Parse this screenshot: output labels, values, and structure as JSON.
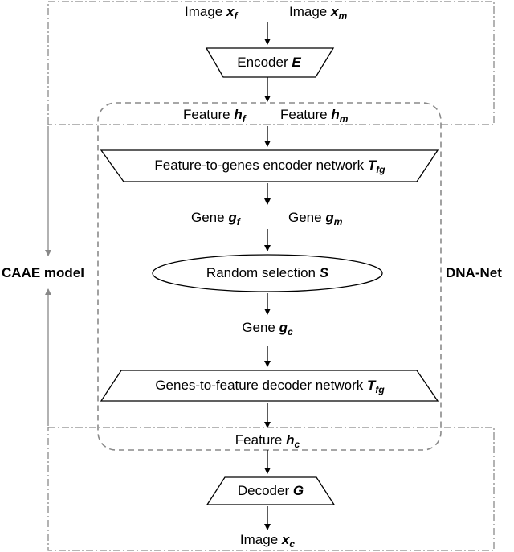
{
  "caae": {
    "label": "CAAE model",
    "image_label": "Image",
    "image_f": {
      "sym": "x",
      "sub": "f"
    },
    "image_m": {
      "sym": "x",
      "sub": "m"
    },
    "encoder": {
      "text": "Encoder",
      "sym": "E"
    },
    "decoder": {
      "text": "Decoder",
      "sym": "G"
    },
    "output_image": {
      "text": "Image",
      "sym": "x",
      "sub": "c"
    }
  },
  "dna": {
    "label": "DNA-Net",
    "feature_label": "Feature",
    "feature_f": {
      "sym": "h",
      "sub": "f"
    },
    "feature_m": {
      "sym": "h",
      "sub": "m"
    },
    "f2g": {
      "text": "Feature-to-genes encoder network",
      "sym": "T",
      "sub": "fg"
    },
    "gene_label": "Gene",
    "gene_f": {
      "sym": "g",
      "sub": "f"
    },
    "gene_m": {
      "sym": "g",
      "sub": "m"
    },
    "random": {
      "text": "Random selection",
      "sym": "S"
    },
    "gene_c": {
      "text": "Gene",
      "sym": "g",
      "sub": "c"
    },
    "g2f": {
      "text": "Genes-to-feature decoder network",
      "sym": "T",
      "sub": "fg"
    },
    "feature_c": {
      "text": "Feature",
      "sym": "h",
      "sub": "c"
    }
  }
}
